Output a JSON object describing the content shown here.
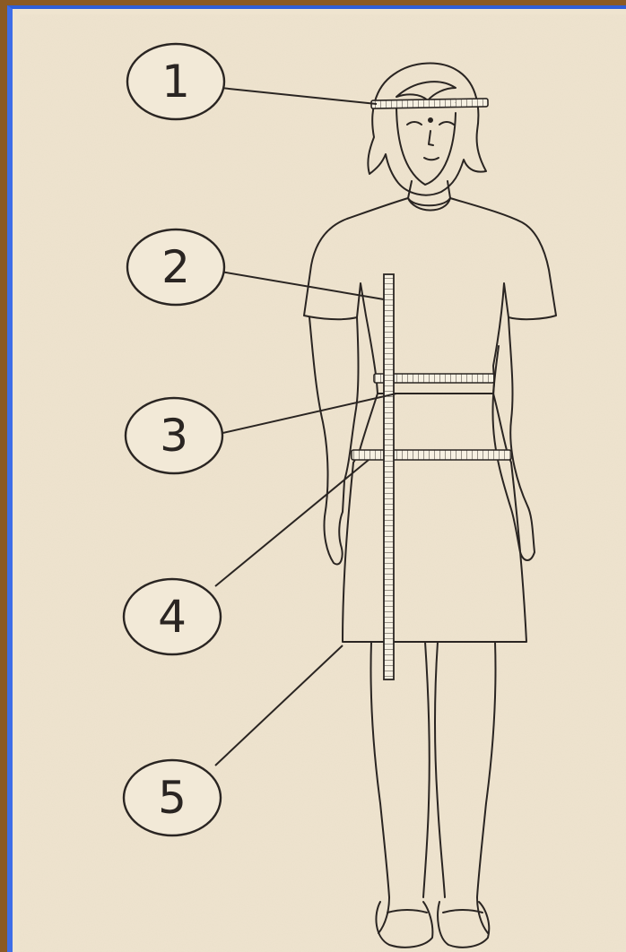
{
  "diagram": {
    "callouts": [
      {
        "id": "1",
        "label": "1"
      },
      {
        "id": "2",
        "label": "2"
      },
      {
        "id": "3",
        "label": "3"
      },
      {
        "id": "4",
        "label": "4"
      },
      {
        "id": "5",
        "label": "5"
      }
    ]
  },
  "colors": {
    "frame": "#8b5a24",
    "frame_accent": "#3f6ee8",
    "paper": "#efe4cf",
    "ink": "#2a2522"
  },
  "icons": {
    "figure": "woman-measurement-figure-icon",
    "tape": "measuring-tape-icon",
    "ruler": "ruler-icon"
  }
}
